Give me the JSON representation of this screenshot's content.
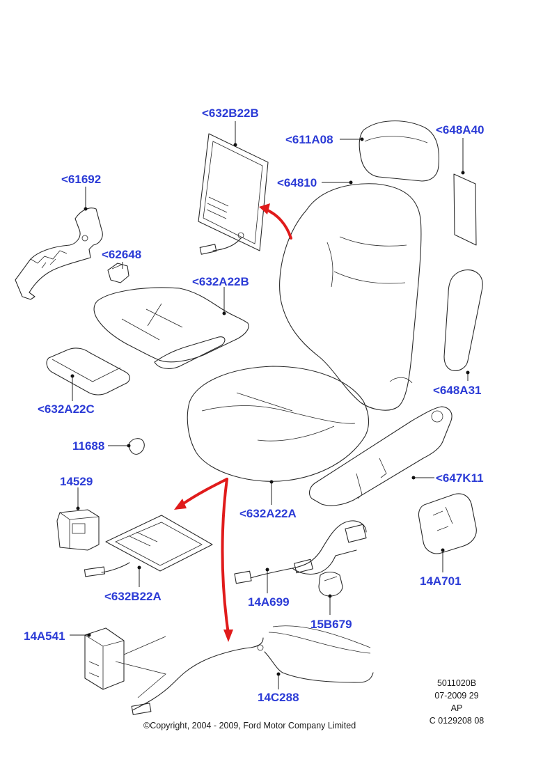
{
  "parts": {
    "p632B22B": "<632B22B",
    "p611A08": "<611A08",
    "p648A40": "<648A40",
    "p61692": "<61692",
    "p64810": "<64810",
    "p62648": "<62648",
    "p632A22B": "<632A22B",
    "p632A22C": "<632A22C",
    "p648A31": "<648A31",
    "p11688": "11688",
    "p647K11": "<647K11",
    "p14529": "14529",
    "p632A22A": "<632A22A",
    "p14A701": "14A701",
    "p632B22A": "<632B22A",
    "p14A699": "14A699",
    "p15B679": "15B679",
    "p14A541": "14A541",
    "p14C288": "14C288"
  },
  "footer": {
    "copyright": "©Copyright, 2004 - 2009, Ford Motor Company Limited",
    "ref_line1": "5011020B",
    "ref_line2": "07-2009 29",
    "ref_line3": "AP",
    "ref_line4": "C 0129208 08"
  },
  "colors": {
    "label": "#2b3bd6",
    "arrow": "#e01b1b",
    "line": "#2a2a2a"
  }
}
